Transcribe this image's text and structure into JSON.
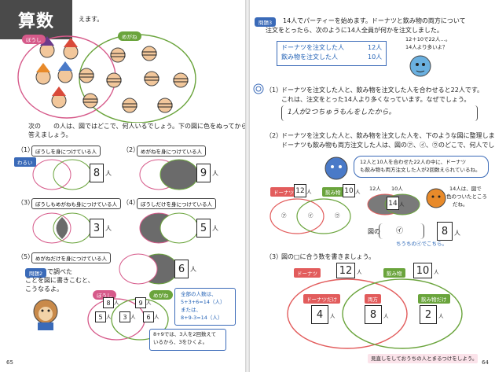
{
  "header": {
    "subject_badge": "算数"
  },
  "left": {
    "intro_fragment": "えます。",
    "sets": {
      "hat": "ぼうし",
      "glasses": "めがね"
    },
    "q_intro": [
      "次の　　の人は、図ではどこで、何人いるでしょう。下の図に色をぬってから",
      "答えましょう。"
    ],
    "items": [
      {
        "num": "（1）",
        "label": "ぼうしを身につけている人",
        "answer": "8",
        "unit": "人"
      },
      {
        "num": "（2）",
        "label": "めがねを身につけている人",
        "answer": "9",
        "unit": "人"
      },
      {
        "num": "（3）",
        "label": "ぼうしもめがねも身につけている人",
        "answer": "3",
        "unit": "人"
      },
      {
        "num": "（4）",
        "label": "ぼうしだけを身につけている人",
        "answer": "5",
        "unit": "人"
      },
      {
        "num": "（5）",
        "label": "めがねだけを身につけている人",
        "answer": "6",
        "unit": "人"
      }
    ],
    "mini_labels": {
      "wrong": "わるい",
      "hat": "ぼうし",
      "glasses": "めがね"
    },
    "mondai2": {
      "tag": "問題2",
      "text": [
        "で調べた",
        "ことを図に書きこむと、",
        "こうなるよ。"
      ]
    },
    "diagram": {
      "hat": "ぼうし",
      "glasses": "めがね",
      "hat_total": "8",
      "glasses_total": "9",
      "hat_only": "5",
      "both": "3",
      "glasses_only": "6",
      "unit": "人"
    },
    "calc_note": [
      "全部の人数は、",
      "5+3+6=14（人）",
      "または、",
      "8+9-3=14（人）"
    ],
    "carry_note": [
      "8+9では、3人を2回数えて",
      "いるから、3をひくよ。"
    ],
    "page_number": "65"
  },
  "right": {
    "mondai3": {
      "tag": "問題3",
      "text": [
        "14人でパーティーを始めます。ドーナツと飲み物の両方について",
        "注文をとったら、次のように14人全員が何かを注文しました。"
      ],
      "orders": [
        {
          "label": "ドーナツを注文した人",
          "value": "12人"
        },
        {
          "label": "飲み物を注文した人",
          "value": "10人"
        }
      ],
      "bubble": [
        "12＋10で22人…。",
        "14人より多いよ？"
      ]
    },
    "q1": {
      "num": "（1）",
      "text": [
        "ドーナツを注文した人と、飲み物を注文した人を合わせると22人です。",
        "これは、注文をとった14人より多くなっています。なぜでしょう。"
      ],
      "handwritten": "1人が2つちゅうもんをしたから。"
    },
    "q2": {
      "num": "（2）",
      "text": [
        "ドーナツを注文した人と、飲み物を注文した人を、下のような図に整理しました。",
        "ドーナツも飲み物も両方注文した人は、図の㋐、㋑、㋒のどこで、何人でしょう。"
      ],
      "bubble1": [
        "12人と10人を合わせた22人の中に、ドーナツ",
        "も飲み物も両方注文した人が2回数えられているね。"
      ],
      "venn": {
        "donut": "ドーナツ",
        "drink": "飲み物",
        "donut_value": "12",
        "drink_value": "10",
        "unit": "人",
        "marks": [
          "㋐",
          "㋑",
          "㋒"
        ]
      },
      "sum_label": [
        "12人",
        "10人"
      ],
      "sum_value": "14",
      "bubble2": [
        "14人は、図で",
        "色のついたところ",
        "だね。"
      ],
      "answer_prefix": "図の",
      "answer_mark": "㋑",
      "answer_value": "8",
      "unit": "人",
      "hint": "ちうちの㋑でこちら。"
    },
    "q3": {
      "num": "（3）",
      "text": "図の□に合う数を書きましょう。",
      "donut": "ドーナツ",
      "drink": "飲み物",
      "donut_value": "12",
      "drink_value": "10",
      "donut_only": "ドーナツだけ",
      "both": "両方",
      "drink_only": "飲み物だけ",
      "donut_only_value": "4",
      "both_value": "8",
      "drink_only_value": "2",
      "unit": "人"
    },
    "footer": "見直しをしておうちの人とまるつけをしよう。",
    "page_number": "64"
  }
}
